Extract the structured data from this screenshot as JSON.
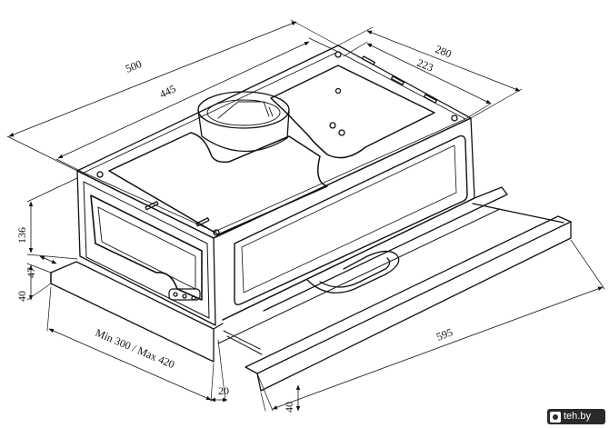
{
  "dimensions": {
    "width_total": "500",
    "width_body": "445",
    "depth_top": "280",
    "depth_inner": "223",
    "height_body": "136",
    "offset_front": "47",
    "height_front": "40",
    "extension": "Min 300 / Max 420",
    "panel_gap": "20",
    "panel_height": "40",
    "panel_width": "595"
  },
  "watermark": {
    "text": "teh.by",
    "logo_icon": "teh-logo-icon"
  }
}
